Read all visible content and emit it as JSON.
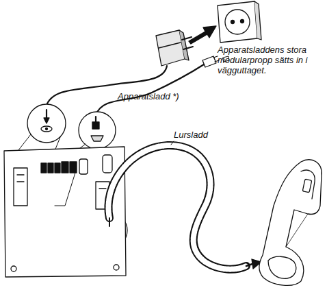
{
  "diagram": {
    "labels": [
      "Apparatsladdens stora modularpropp sätts in i vägguttaget.",
      "Apparatsladd *)",
      "Lursladd"
    ]
  }
}
